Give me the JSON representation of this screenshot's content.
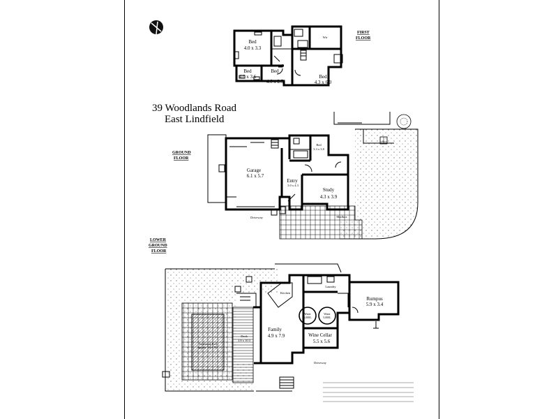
{
  "address": {
    "line1": "39 Woodlands Road",
    "line2": "East Lindfield"
  },
  "floors": {
    "first": {
      "label_line1": "FIRST",
      "label_line2": "FLOOR"
    },
    "ground": {
      "label_line1": "GROUND",
      "label_line2": "FLOOR"
    },
    "lower": {
      "label_line1": "LOWER",
      "label_line2": "GROUND",
      "label_line3": "FLOOR"
    }
  },
  "rooms": {
    "bed1": {
      "name": "Bed",
      "dims": "4.0 x 3.3"
    },
    "bed2": {
      "name": "Bed",
      "dims": "4.0 x 3.6"
    },
    "bed3": {
      "name": "Bed",
      "dims": "4.6 x 2.5"
    },
    "bed4": {
      "name": "Bed",
      "dims": "4.3 x 6.0"
    },
    "wir": {
      "name": "Wir"
    },
    "bed5": {
      "name": "Bed",
      "dims": "3.3 x 3.8"
    },
    "garage": {
      "name": "Garage",
      "dims": "6.1 x 5.7"
    },
    "entry": {
      "name": "Entry",
      "dims": "3.0 x 4.3"
    },
    "study": {
      "name": "Study",
      "dims": "4.3 x 3.9"
    },
    "kitchen": {
      "name": "Kitchen"
    },
    "laundry": {
      "name": "Laundry"
    },
    "rumpus": {
      "name": "Rumpus",
      "dims": "5.9 x 3.4"
    },
    "family": {
      "name": "Family",
      "dims": "4.9 x 7.9"
    },
    "deck": {
      "name": "Deck",
      "dims": "3.8 x 10.3"
    },
    "wine_cellar": {
      "name": "Wine Cellar",
      "dims": "5.5 x 5.6"
    },
    "pool": {
      "name": "Swimming Pool",
      "dims": "approx. 3.0 x 7.0"
    },
    "tank1": {
      "name": "Water",
      "dims": "5,000L"
    },
    "tank2": {
      "name": "Water",
      "dims": "5,000L"
    }
  },
  "annotations": {
    "driveway_ground": "Driveway",
    "driveway_lower": "Driveway",
    "mailbox": "Mailbox"
  }
}
